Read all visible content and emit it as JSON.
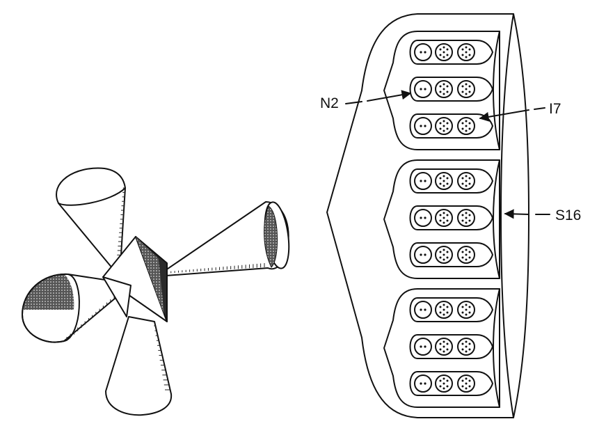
{
  "labels": {
    "n2": "N2",
    "i7": "I7",
    "s16": "S16"
  },
  "structure": {
    "groups": 3,
    "units_per_group": 3,
    "circles_per_unit": 3
  },
  "colors": {
    "ink": "#111111",
    "background": "#ffffff",
    "shade": "#3a3a3a"
  }
}
